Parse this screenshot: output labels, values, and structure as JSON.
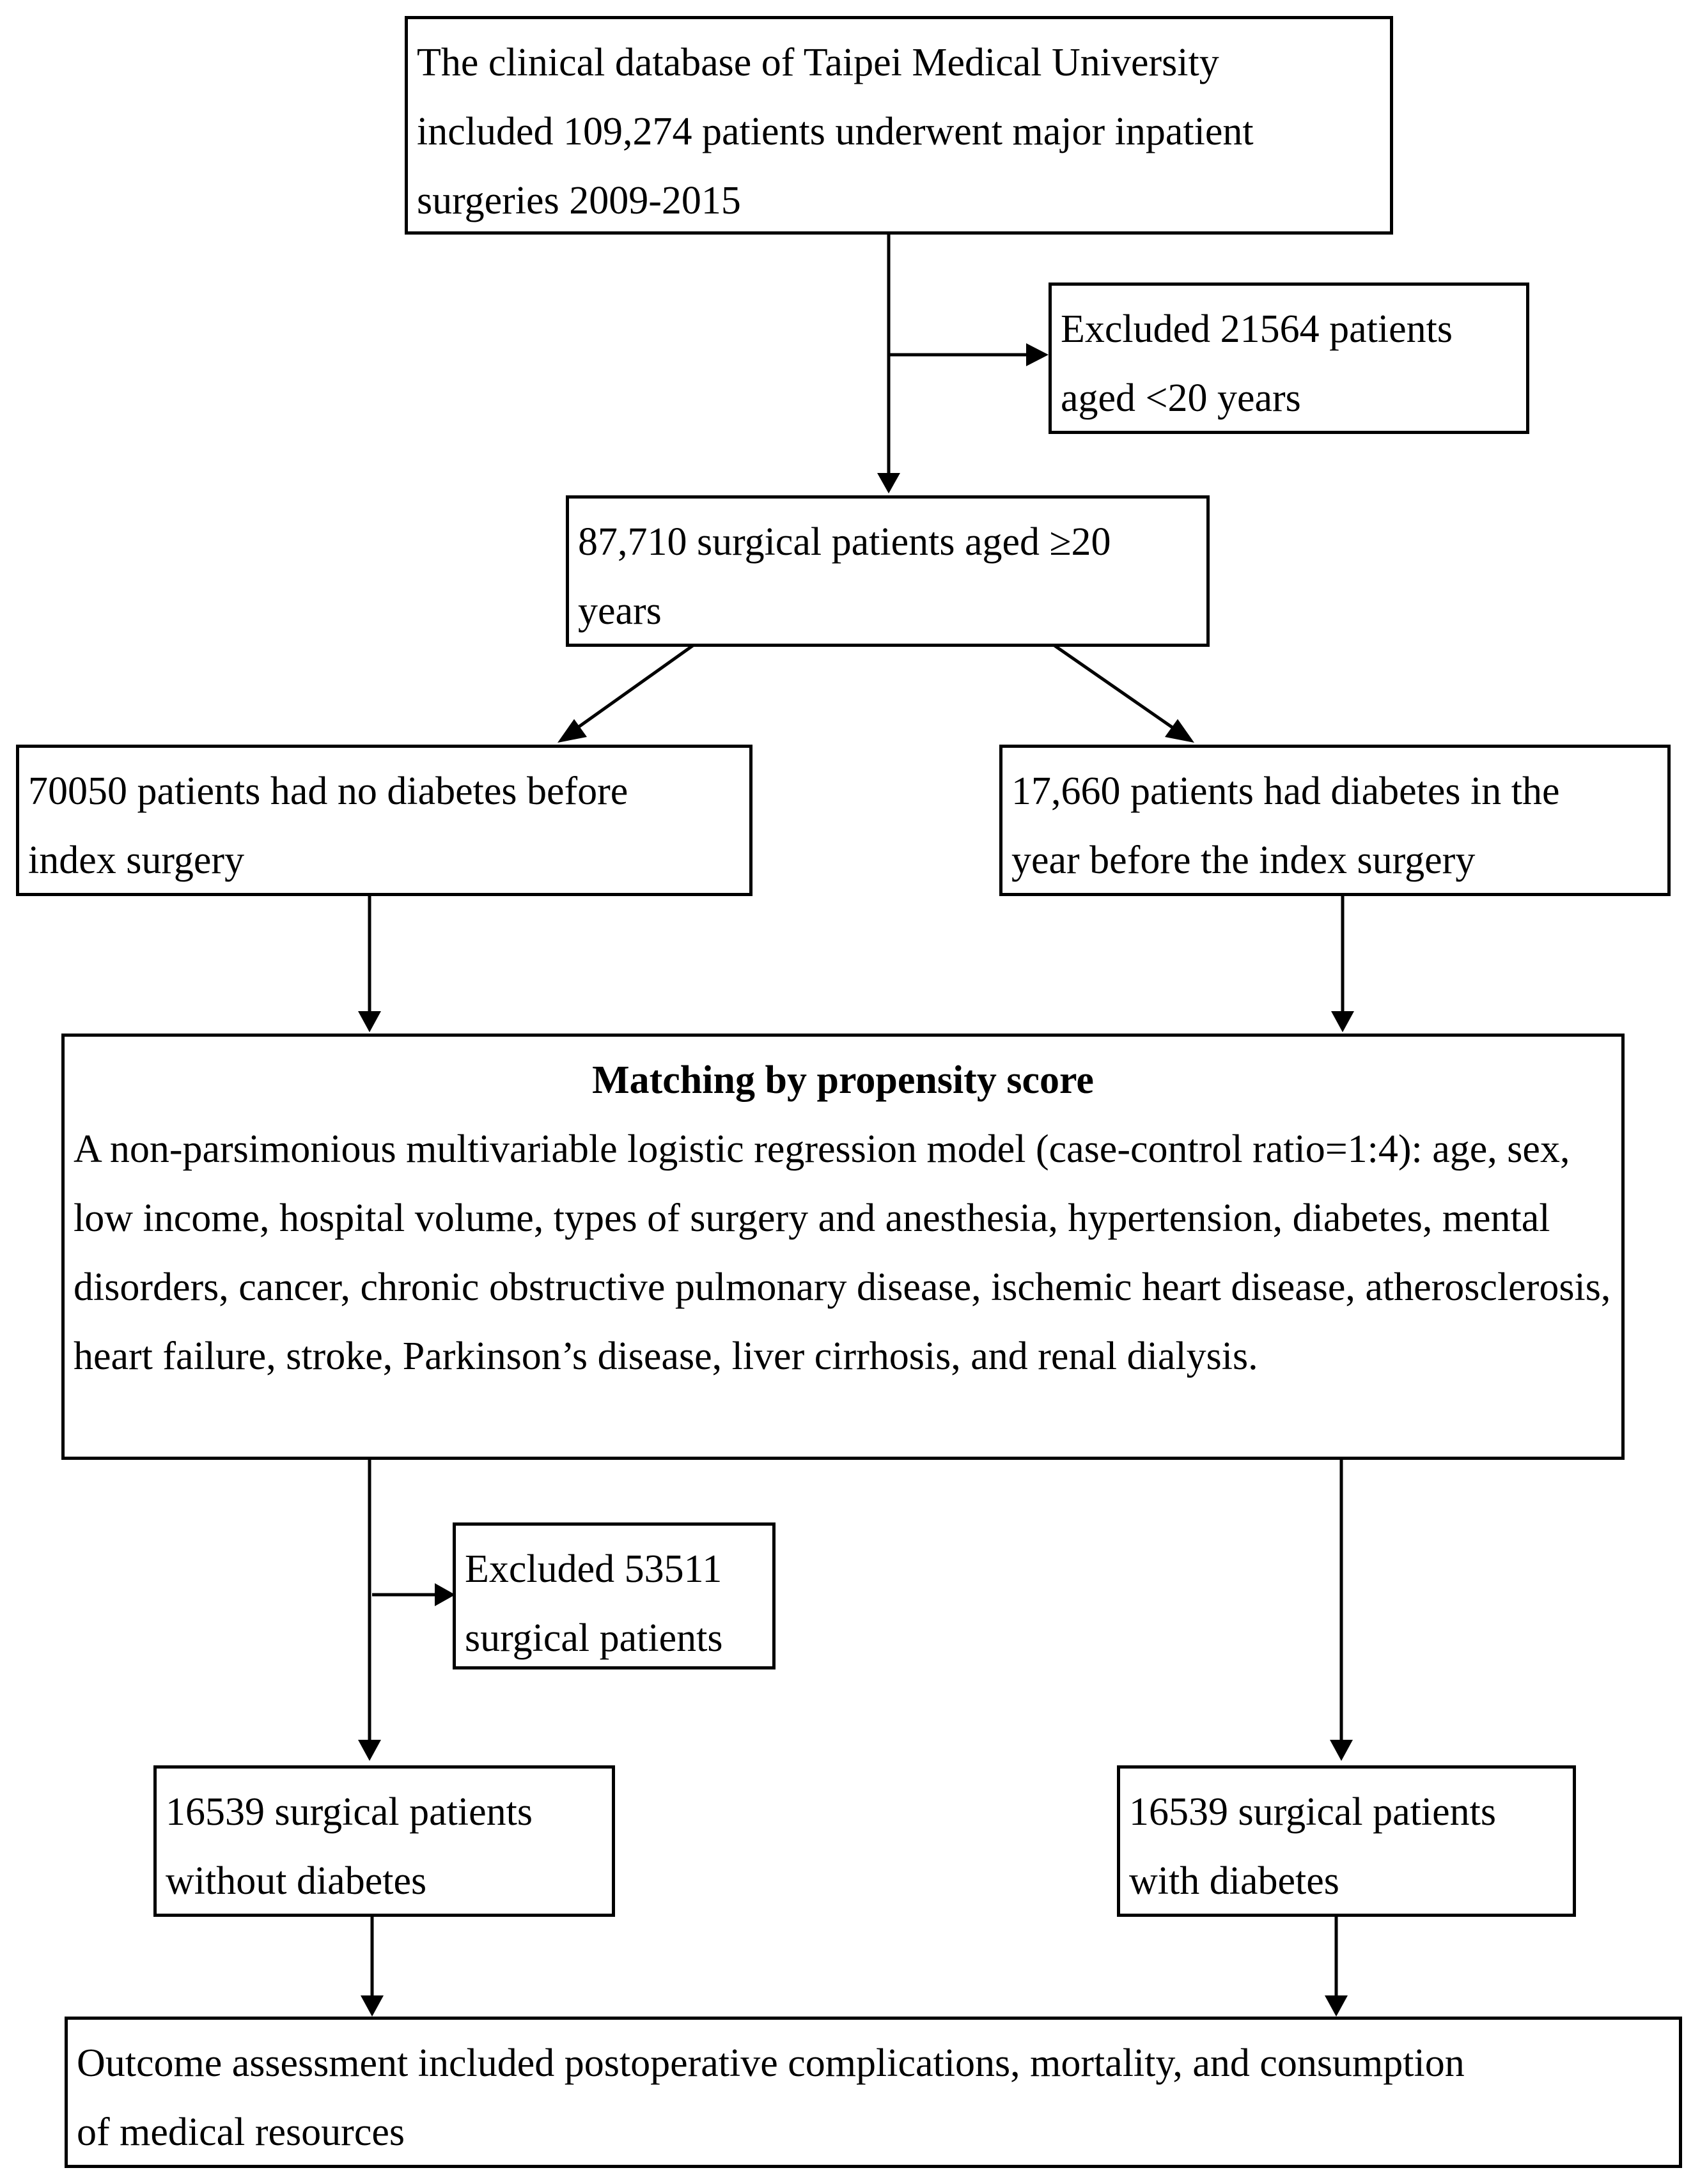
{
  "flowchart": {
    "database_box": {
      "lines": [
        "The clinical database of Taipei Medical University",
        "included 109,274 patients underwent major inpatient",
        "surgeries 2009-2015"
      ]
    },
    "exclusion_age_box": {
      "lines": [
        "Excluded 21564 patients",
        "aged <20 years"
      ]
    },
    "adults_box": {
      "lines": [
        "87,710 surgical patients aged ≥20",
        "years"
      ]
    },
    "no_diabetes_box": {
      "lines": [
        "70050 patients had no diabetes before",
        "index surgery"
      ]
    },
    "diabetes_box": {
      "lines": [
        "17,660 patients had diabetes in the",
        "year before the index surgery"
      ]
    },
    "matching_box": {
      "title": "Matching by propensity score",
      "body": "A non-parsimonious multivariable logistic regression model (case-control ratio=1:4): age, sex, low income, hospital volume, types of surgery and anesthesia, hypertension, diabetes, mental disorders, cancer, chronic obstructive pulmonary disease, ischemic heart disease, atherosclerosis, heart failure, stroke, Parkinson’s disease, liver cirrhosis, and renal dialysis."
    },
    "exclusion_matching_box": {
      "lines": [
        "Excluded 53511",
        "surgical patients"
      ]
    },
    "matched_no_diabetes_box": {
      "lines": [
        "16539 surgical patients",
        "without diabetes"
      ]
    },
    "matched_diabetes_box": {
      "lines": [
        "16539 surgical patients",
        "with diabetes"
      ]
    },
    "outcome_box": {
      "lines": [
        "Outcome assessment included postoperative complications, mortality, and consumption",
        "of medical resources"
      ]
    }
  }
}
